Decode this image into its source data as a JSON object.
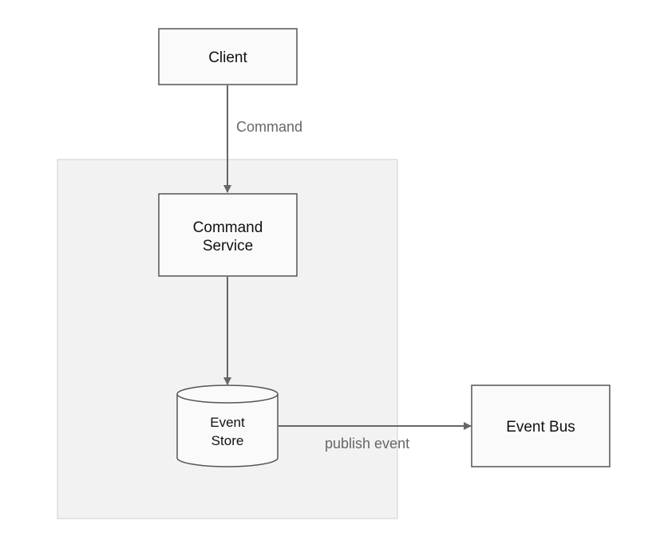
{
  "nodes": {
    "client": {
      "label": "Client"
    },
    "command_service": {
      "label_line1": "Command",
      "label_line2": "Service"
    },
    "event_store": {
      "label_line1": "Event",
      "label_line2": "Store"
    },
    "event_bus": {
      "label": "Event Bus"
    }
  },
  "edges": {
    "client_to_command_service": {
      "label": "Command"
    },
    "command_service_to_event_store": {
      "label": ""
    },
    "event_store_to_event_bus": {
      "label": "publish event"
    }
  },
  "colors": {
    "node_fill": "#fafafa",
    "node_stroke": "#555555",
    "group_fill": "#f2f2f2",
    "group_stroke": "#dddddd",
    "edge": "#666666"
  }
}
